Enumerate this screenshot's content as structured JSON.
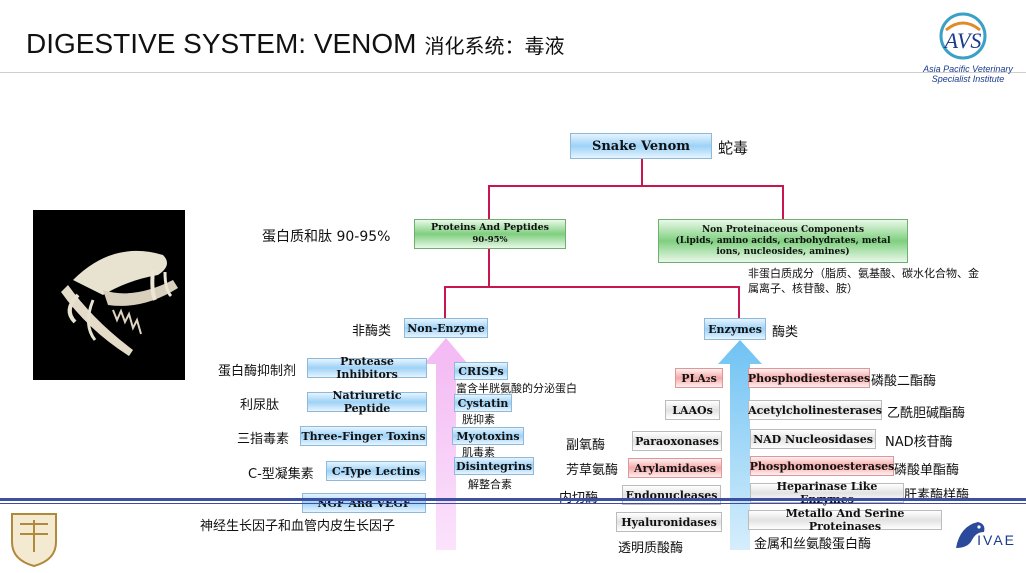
{
  "header": {
    "title_en": "DIGESTIVE SYSTEM: VENOM",
    "title_cn": "消化系统：毒液",
    "logo_text": "Asia Pacific Veterinary Specialist Institute",
    "logo_mark": "AVS"
  },
  "footer": {
    "brand": "IVAE"
  },
  "diagram": {
    "root": {
      "label": "Snake Venom",
      "cn": "蛇毒"
    },
    "proteins": {
      "label": "Proteins And Peptides",
      "sub": "90-95%",
      "cn": "蛋白质和肽 90-95%"
    },
    "nonprot": {
      "label": "Non Proteinaceous Components",
      "sub": "(Lipids, amino acids, carbohydrates, metal ions, nucleosides, amines)",
      "cn": "非蛋白质成分（脂质、氨基酸、碳水化合物、金属离子、核苷酸、胺）"
    },
    "nonenzyme": {
      "label": "Non-Enzyme",
      "cn": "非酶类"
    },
    "enzymes": {
      "label": "Enzymes",
      "cn": "酶类"
    },
    "nonenzyme_left": [
      {
        "label": "Protease Inhibitors",
        "cn": "蛋白酶抑制剂"
      },
      {
        "label": "Natriuretic Peptide",
        "cn": "利尿肽"
      },
      {
        "label": "Three-Finger Toxins",
        "cn": "三指毒素"
      },
      {
        "label": "C-Type Lectins",
        "cn": "C-型凝集素"
      },
      {
        "label": "NGF And VEGF",
        "cn": "神经生长因子和血管内皮生长因子"
      }
    ],
    "nonenzyme_right": [
      {
        "label": "CRISPs",
        "cn": "富含半胱氨酸的分泌蛋白"
      },
      {
        "label": "Cystatin",
        "cn": "胱抑素"
      },
      {
        "label": "Myotoxins",
        "cn": "肌毒素"
      },
      {
        "label": "Disintegrins",
        "cn": "解整合素"
      }
    ],
    "enzymes_left": [
      {
        "label": "PLA₂s",
        "cn": ""
      },
      {
        "label": "LAAOs",
        "cn": ""
      },
      {
        "label": "Paraoxonases",
        "cn": "副氧酶"
      },
      {
        "label": "Arylamidases",
        "cn": "芳草氨酶"
      },
      {
        "label": "Endonucleases",
        "cn": "内切酶"
      },
      {
        "label": "Hyaluronidases",
        "cn": "透明质酸酶"
      }
    ],
    "enzymes_right": [
      {
        "label": "Phosphodiesterases",
        "cn": "磷酸二酯酶"
      },
      {
        "label": "Acetylcholinesterases",
        "cn": "乙酰胆碱酯酶"
      },
      {
        "label": "NAD Nucleosidases",
        "cn": "NAD核苷酶"
      },
      {
        "label": "Phosphomonoesterases",
        "cn": "磷酸单酯酶"
      },
      {
        "label": "Heparinase Like Enzymes",
        "cn": "肝素酶样酶"
      },
      {
        "label": "Metallo And Serine Proteinases",
        "cn": "金属和丝氨酸蛋白酶"
      }
    ]
  },
  "colors": {
    "connector": "#c8174f",
    "footer_rule": "#3d4fa0",
    "brand_blue": "#1a3b8c"
  }
}
